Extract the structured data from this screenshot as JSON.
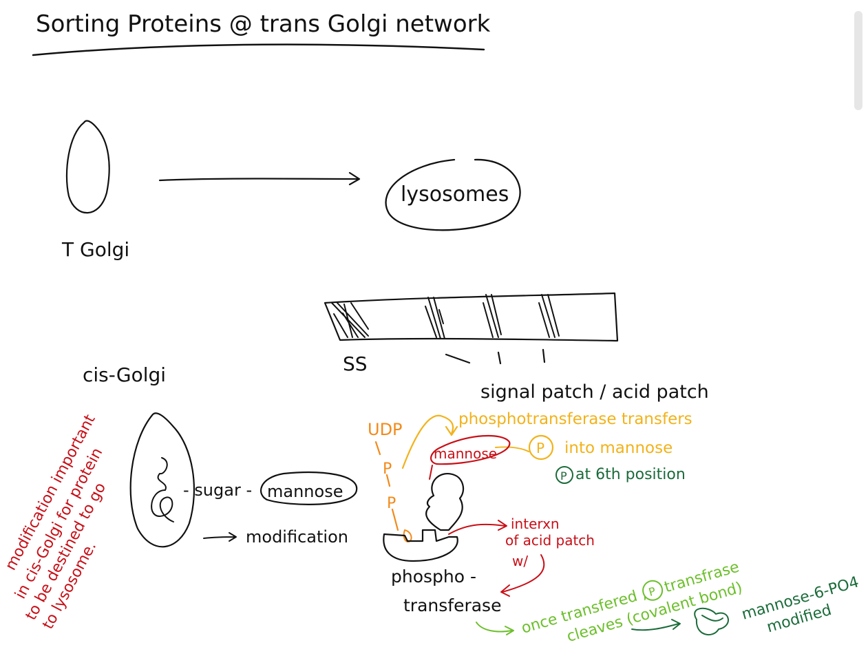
{
  "title": "Sorting Proteins @ trans Golgi network",
  "colors": {
    "black": "#111111",
    "red": "#c80f17",
    "orange": "#f28a1a",
    "yellow": "#f2b21a",
    "green_dark": "#1a6b3a",
    "green_light": "#6cbf2b"
  },
  "labels": {
    "t_golgi": "T Golgi",
    "lysosomes": "lysosomes",
    "ss": "SS",
    "signal_patch": "signal patch / acid patch",
    "cis_golgi": "cis-Golgi",
    "sugar": "- sugar -",
    "mannose": "mannose",
    "modification": "modification",
    "phospho": "phospho -",
    "transferase": "transferase",
    "udp": "UDP",
    "p": "P",
    "p_circle": "P",
    "mannose_red": "mannose",
    "phospho_transfers": "phosphotransferase transfers",
    "into_mannose": "into mannose",
    "at_6th": "at 6th position",
    "interxn": "interxn",
    "of_acid_patch": "of acid patch",
    "w": "w/",
    "once_transfered": "once transfered ,",
    "transfrase": "transfrase",
    "cleaves": "cleaves (covalent bond)",
    "m6p": "mannose-6-PO4",
    "modified": "modified",
    "note_line1": "modification important",
    "note_line2": "in cis-Golgi for protein",
    "note_line3": "to be destined to go",
    "note_line4": "to lysosome."
  },
  "icons": [
    "scrollbar-icon"
  ]
}
